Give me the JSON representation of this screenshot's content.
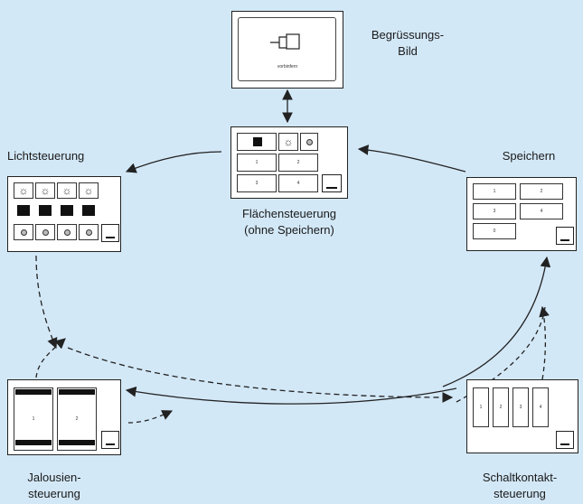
{
  "nodes": {
    "welcome": {
      "label_lines": [
        "Begrüssungs-",
        "Bild"
      ],
      "button_text": "vorbinfern"
    },
    "area": {
      "label_lines": [
        "Flächensteuerung",
        "(ohne Speichern)"
      ],
      "cells": [
        "1",
        "2",
        "3",
        "4"
      ]
    },
    "light": {
      "label_lines": [
        "Lichtsteuerung"
      ]
    },
    "save": {
      "label_lines": [
        "Speichern"
      ],
      "cells": [
        "1",
        "2",
        "3",
        "4",
        "0"
      ]
    },
    "blinds": {
      "label_lines": [
        "Jalousien-",
        "steuerung"
      ],
      "cells": [
        "1",
        "2"
      ]
    },
    "switch": {
      "label_lines": [
        "Schaltkontakt-",
        "steuerung"
      ],
      "cells": [
        "1",
        "2",
        "3",
        "4"
      ]
    }
  },
  "colors": {
    "background": "#d3e8f7",
    "line": "#222222",
    "screen": "#ffffff"
  },
  "icons": {
    "welcome": "hand-touch-icon",
    "light": "sun-icon",
    "more": "ellipsis-icon",
    "switch": "switch-contact-icon"
  }
}
